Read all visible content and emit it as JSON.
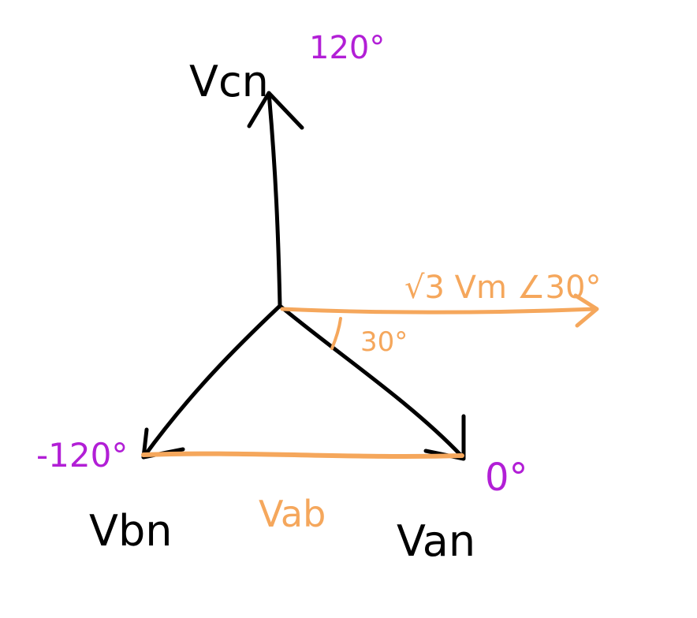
{
  "colors": {
    "black": "#000000",
    "orange": "#F5A75C",
    "purple": "#B21FD6",
    "background": "#FFFFFF"
  },
  "labels": {
    "vcn": "Vcn",
    "vbn": "Vbn",
    "van": "Van",
    "vab": "Vab",
    "resultant": "√3 Vm ∠30°",
    "angle_between": "30°",
    "angle_vcn": "120°",
    "angle_vbn": "-120°",
    "angle_van": "0°"
  }
}
